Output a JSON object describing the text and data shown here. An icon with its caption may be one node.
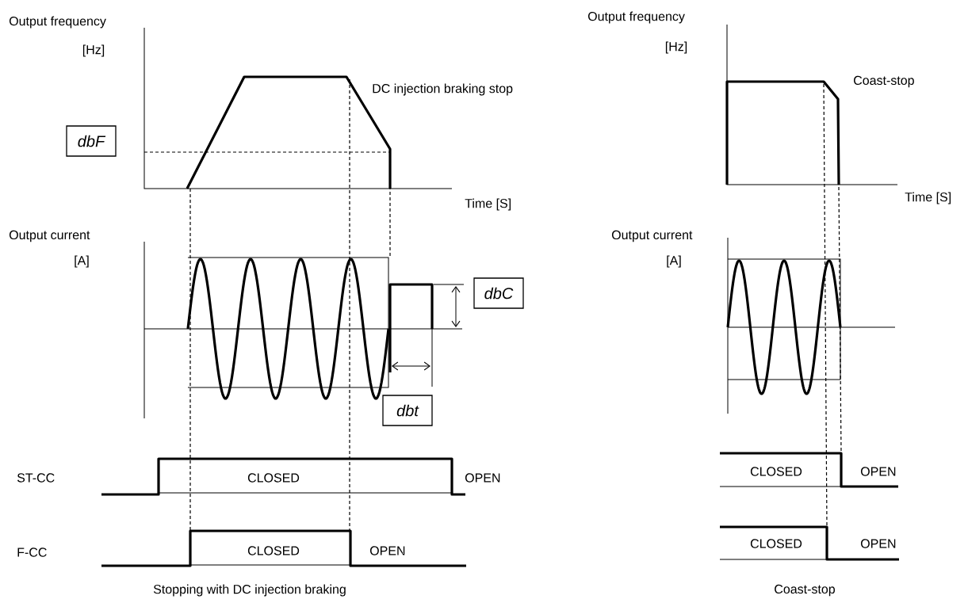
{
  "diagram": {
    "nodes": [
      {
        "text": [
          "dbF"
        ]
      },
      {
        "text": [
          "dbC"
        ]
      },
      {
        "text": [
          "dbt"
        ]
      }
    ],
    "labels": [
      "Output frequency",
      "[Hz]",
      "DC injection braking stop",
      "Time [S]",
      "Output current",
      "[A]",
      "ST-CC",
      "CLOSED",
      "OPEN",
      "F-CC",
      "CLOSED",
      "OPEN",
      "Stopping with DC injection braking",
      "Output frequency",
      "[Hz]",
      "Coast-stop",
      "Time [S]",
      "Output current",
      "[A]",
      "CLOSED",
      "OPEN",
      "CLOSED",
      "OPEN",
      "Coast-stop"
    ]
  }
}
